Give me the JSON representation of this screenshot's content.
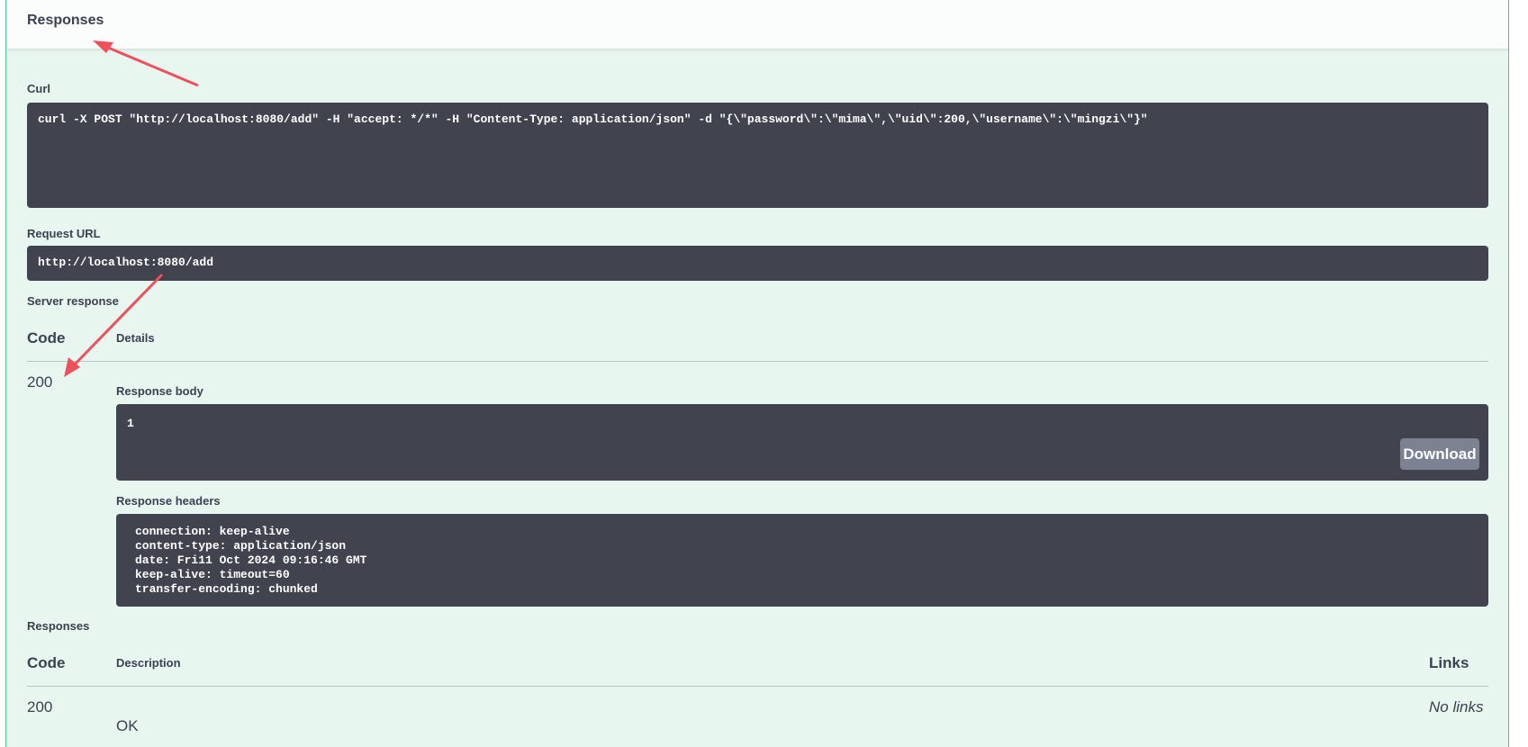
{
  "section": {
    "title": "Responses"
  },
  "curl": {
    "label": "Curl",
    "command": "curl -X POST \"http://localhost:8080/add\" -H \"accept: */*\" -H \"Content-Type: application/json\" -d \"{\\\"password\\\":\\\"mima\\\",\\\"uid\\\":200,\\\"username\\\":\\\"mingzi\\\"}\""
  },
  "request_url": {
    "label": "Request URL",
    "value": "http://localhost:8080/add"
  },
  "server_response": {
    "label": "Server response",
    "code_header": "Code",
    "details_header": "Details",
    "code": "200",
    "body_label": "Response body",
    "body": "1",
    "download_label": "Download",
    "headers_label": "Response headers",
    "headers": [
      "connection: keep-alive",
      "content-type: application/json",
      "date: Fri11 Oct 2024 09:16:46 GMT",
      "keep-alive: timeout=60",
      "transfer-encoding: chunked"
    ]
  },
  "responses": {
    "label": "Responses",
    "code_header": "Code",
    "description_header": "Description",
    "links_header": "Links",
    "rows": [
      {
        "code": "200",
        "description": "OK",
        "links": "No links"
      }
    ]
  },
  "colors": {
    "panel_bg": "#e8f6f0",
    "panel_border": "#49cc90",
    "code_bg": "#41444e",
    "annotation_arrow": "#f0505a",
    "download_bg": "#7d8293"
  }
}
